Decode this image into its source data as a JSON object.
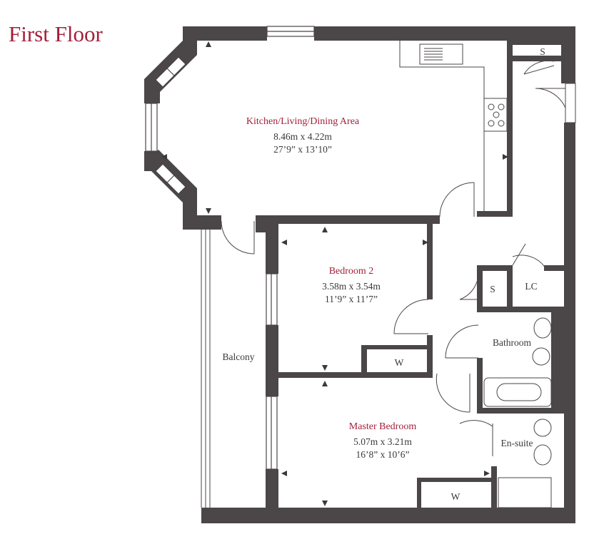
{
  "page": {
    "heading": "First Floor"
  },
  "colors": {
    "heading": "#a31f3a",
    "room_name_primary": "#a31f3a",
    "room_name_secondary": "#3a3a3a",
    "walls": "#4b4648",
    "fixtures": "#3a3a3a"
  },
  "rooms": {
    "kitchen": {
      "name": "Kitchen/Living/Dining Area",
      "metric": "8.46m x 4.22m",
      "imperial": "27’9” x 13’10”"
    },
    "bedroom2": {
      "name": "Bedroom 2",
      "metric": "3.58m x 3.54m",
      "imperial": "11’9” x 11’7”"
    },
    "master": {
      "name": "Master Bedroom",
      "metric": "5.07m x 3.21m",
      "imperial": "16’8” x 10’6”"
    },
    "balcony": {
      "name": "Balcony"
    },
    "bathroom": {
      "name": "Bathroom"
    },
    "ensuite": {
      "name": "En-suite"
    }
  },
  "storage": {
    "cupboard_top": "S",
    "cupboard_mid": "S",
    "linen_cupboard": "LC",
    "wardrobe_bed2": "W",
    "wardrobe_master": "W"
  }
}
